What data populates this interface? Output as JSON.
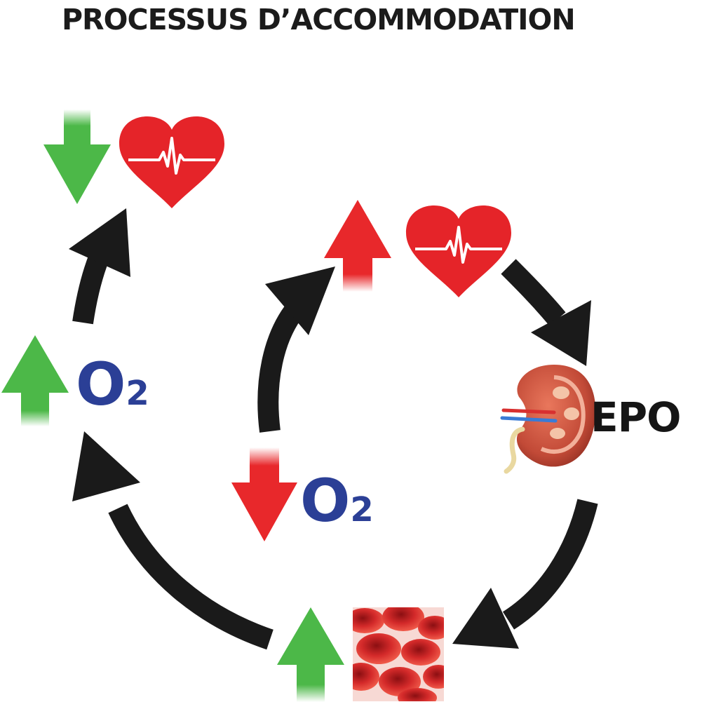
{
  "title": "PROCESSUS D’ACCOMMODATION",
  "labels": {
    "o2_left": {
      "base": "O",
      "subscript": "2"
    },
    "o2_center": {
      "base": "O",
      "subscript": "2"
    },
    "epo": "EPO"
  },
  "colors": {
    "up_green": "#4cb848",
    "down_green": "#4cb848",
    "up_red": "#e8282b",
    "down_red": "#e8282b",
    "heart": "#e52429",
    "cycle_arrow": "#1a1a1a",
    "o2_text": "#2b3f96",
    "epo_text": "#151515"
  },
  "icons": {
    "heart_top": "heart-pulse-icon",
    "heart_center": "heart-pulse-icon",
    "kidney": "kidney-icon",
    "blood_cells": "red-blood-cells-icon"
  }
}
